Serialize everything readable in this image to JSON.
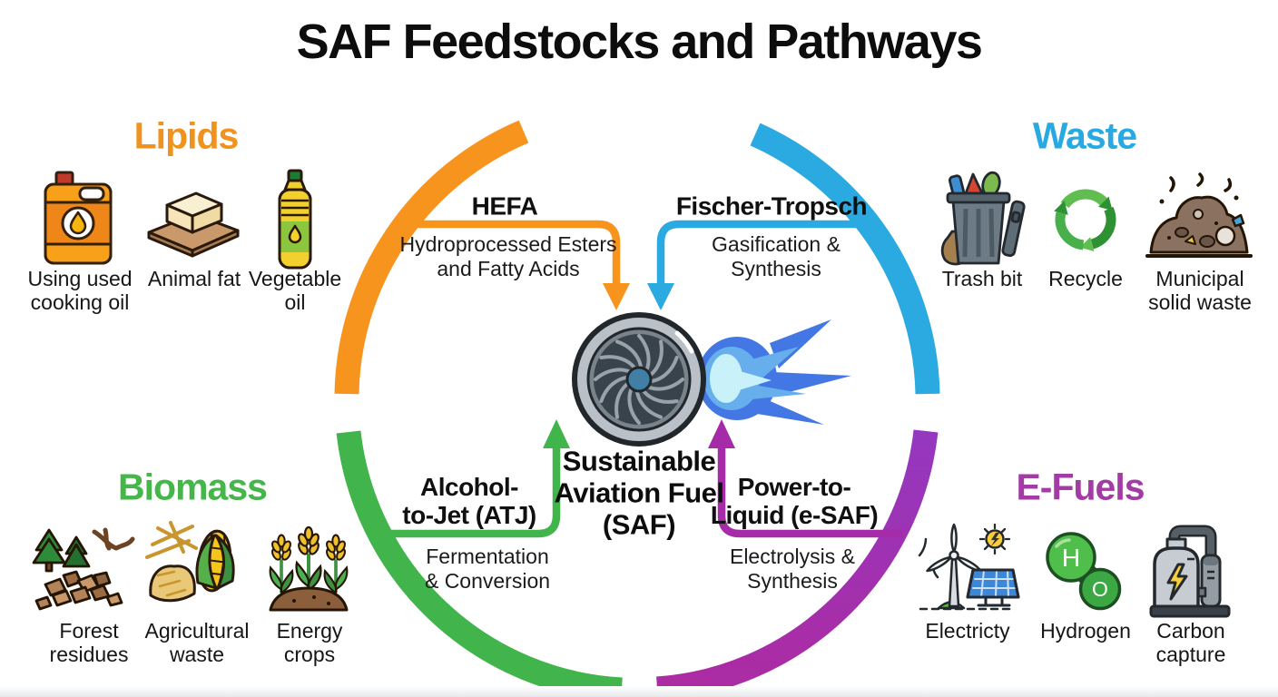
{
  "title": "SAF Feedstocks and Pathways",
  "center": {
    "label_lines": [
      "Sustainable",
      "Aviation Fuel",
      "(SAF)"
    ]
  },
  "colors": {
    "lipids_orange": "#F0921E",
    "waste_blue": "#29A9E1",
    "biomass_green": "#45B649",
    "efuels_purple": "#A43AA5",
    "arrow_orange": "#F7941D",
    "arrow_blue": "#2BA9E1",
    "arrow_green": "#41B54B",
    "arrow_purple": "#A52BA8"
  },
  "categories": [
    {
      "name": "Lipids",
      "color": "#F0921E",
      "items": [
        {
          "icon": "oil-jerry-can",
          "label_lines": [
            "Using used",
            "cooking oil"
          ]
        },
        {
          "icon": "butter-block",
          "label_lines": [
            "Animal fat"
          ]
        },
        {
          "icon": "oil-bottle",
          "label_lines": [
            "Vegetable",
            "oil"
          ]
        }
      ]
    },
    {
      "name": "Waste",
      "color": "#29A9E1",
      "items": [
        {
          "icon": "trash-bin",
          "label_lines": [
            "Trash bit"
          ]
        },
        {
          "icon": "recycle-symbol",
          "label_lines": [
            "Recycle"
          ]
        },
        {
          "icon": "waste-pile",
          "label_lines": [
            "Municipal",
            "solid waste"
          ]
        }
      ]
    },
    {
      "name": "Biomass",
      "color": "#45B649",
      "items": [
        {
          "icon": "forest-residues",
          "label_lines": [
            "Forest",
            "residues"
          ]
        },
        {
          "icon": "agricultural-waste",
          "label_lines": [
            "Agricultural",
            "waste"
          ]
        },
        {
          "icon": "energy-crops",
          "label_lines": [
            "Energy",
            "crops"
          ]
        }
      ]
    },
    {
      "name": "E-Fuels",
      "color": "#A43AA5",
      "items": [
        {
          "icon": "wind-solar",
          "label_lines": [
            "Electricty"
          ]
        },
        {
          "icon": "hydrogen-molecule",
          "label_lines": [
            "Hydrogen"
          ],
          "letters": [
            "H",
            "O"
          ]
        },
        {
          "icon": "carbon-capture",
          "label_lines": [
            "Carbon",
            "capture"
          ]
        }
      ]
    }
  ],
  "pathways": [
    {
      "name_lines": [
        "HEFA"
      ],
      "desc_lines": [
        "Hydroprocessed Esters",
        "and Fatty Acids"
      ],
      "color": "#F7941D"
    },
    {
      "name_lines": [
        "Fischer-Tropsch"
      ],
      "desc_lines": [
        "Gasification &",
        "Synthesis"
      ],
      "color": "#2BA9E1"
    },
    {
      "name_lines": [
        "Alcohol-",
        "to-Jet (ATJ)"
      ],
      "desc_lines": [
        "Fermentation",
        "& Conversion"
      ],
      "color": "#41B54B"
    },
    {
      "name_lines": [
        "Power-to-",
        "Liquid (e-SAF)"
      ],
      "desc_lines": [
        "Electrolysis &",
        "Synthesis"
      ],
      "color": "#A52BA8"
    }
  ]
}
